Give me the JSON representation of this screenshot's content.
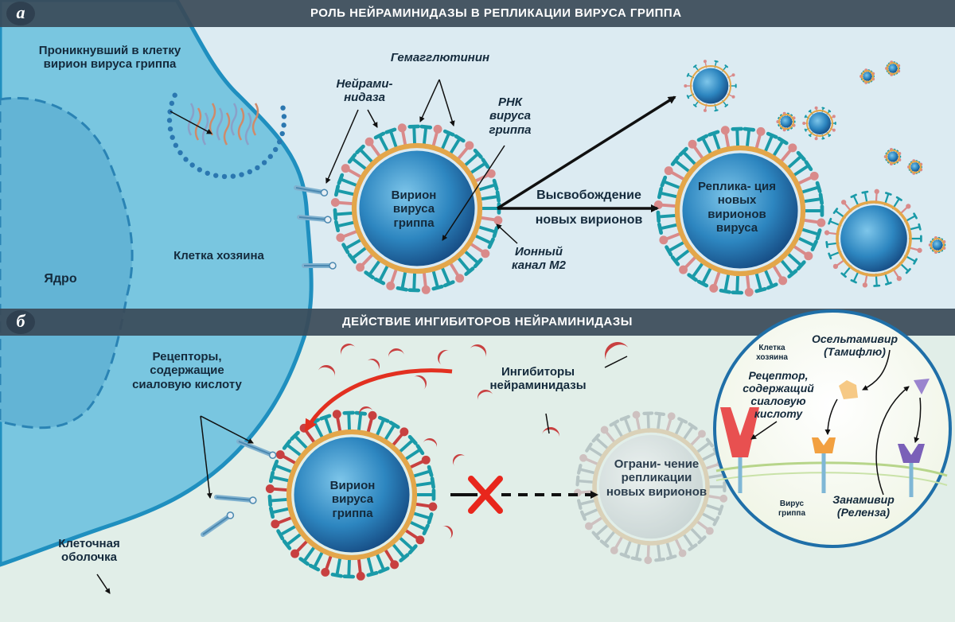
{
  "panel_a": {
    "badge": "а",
    "title": "РОЛЬ НЕЙРАМИНИДАЗЫ В РЕПЛИКАЦИИ ВИРУСА ГРИППА",
    "entered_virion": "Проникнувший в клетку вирион вируса гриппа",
    "hemagglutinin": "Гемагглютинин",
    "neuraminidase": "Нейрами- нидаза",
    "rna": "РНК вируса гриппа",
    "virion": "Вирион вируса гриппа",
    "release": "Высвобождение",
    "new_virions": "новых вирионов",
    "replication": "Реплика- ция новых вирионов вируса",
    "ion_channel": "Ионный канал М2",
    "host_cell": "Клетка хозяина",
    "nucleus": "Ядро"
  },
  "panel_b": {
    "badge": "б",
    "title": "ДЕЙСТВИЕ ИНГИБИТОРОВ НЕЙРАМИНИДАЗЫ",
    "receptors": "Рецепторы, содержащие сиаловую кислоту",
    "inhibitors": "Ингибиторы нейраминидазы",
    "virion": "Вирион вируса гриппа",
    "limitation": "Ограни- чение репликации новых вирионов",
    "cell_membrane": "Клеточная оболочка"
  },
  "inset": {
    "host_cell": "Клетка хозяина",
    "oseltamivir": "Осельтамивир (Тамифлю)",
    "receptor": "Рецептор, содержащий сиаловую кислоту",
    "virus": "Вирус гриппа",
    "zanamivir": "Занамивир (Реленза)"
  },
  "colors": {
    "banner": "#3a4a58",
    "cell": "#6fc4de",
    "cell_edge": "#1f8fbf",
    "virion_core": "#1f6fa8",
    "hemagglutinin": "#1a9aa8",
    "neuraminidase": "#d98a8a",
    "inhibitor": "#c84040",
    "arrow_red": "#e23020",
    "cross": "#e8261c"
  }
}
